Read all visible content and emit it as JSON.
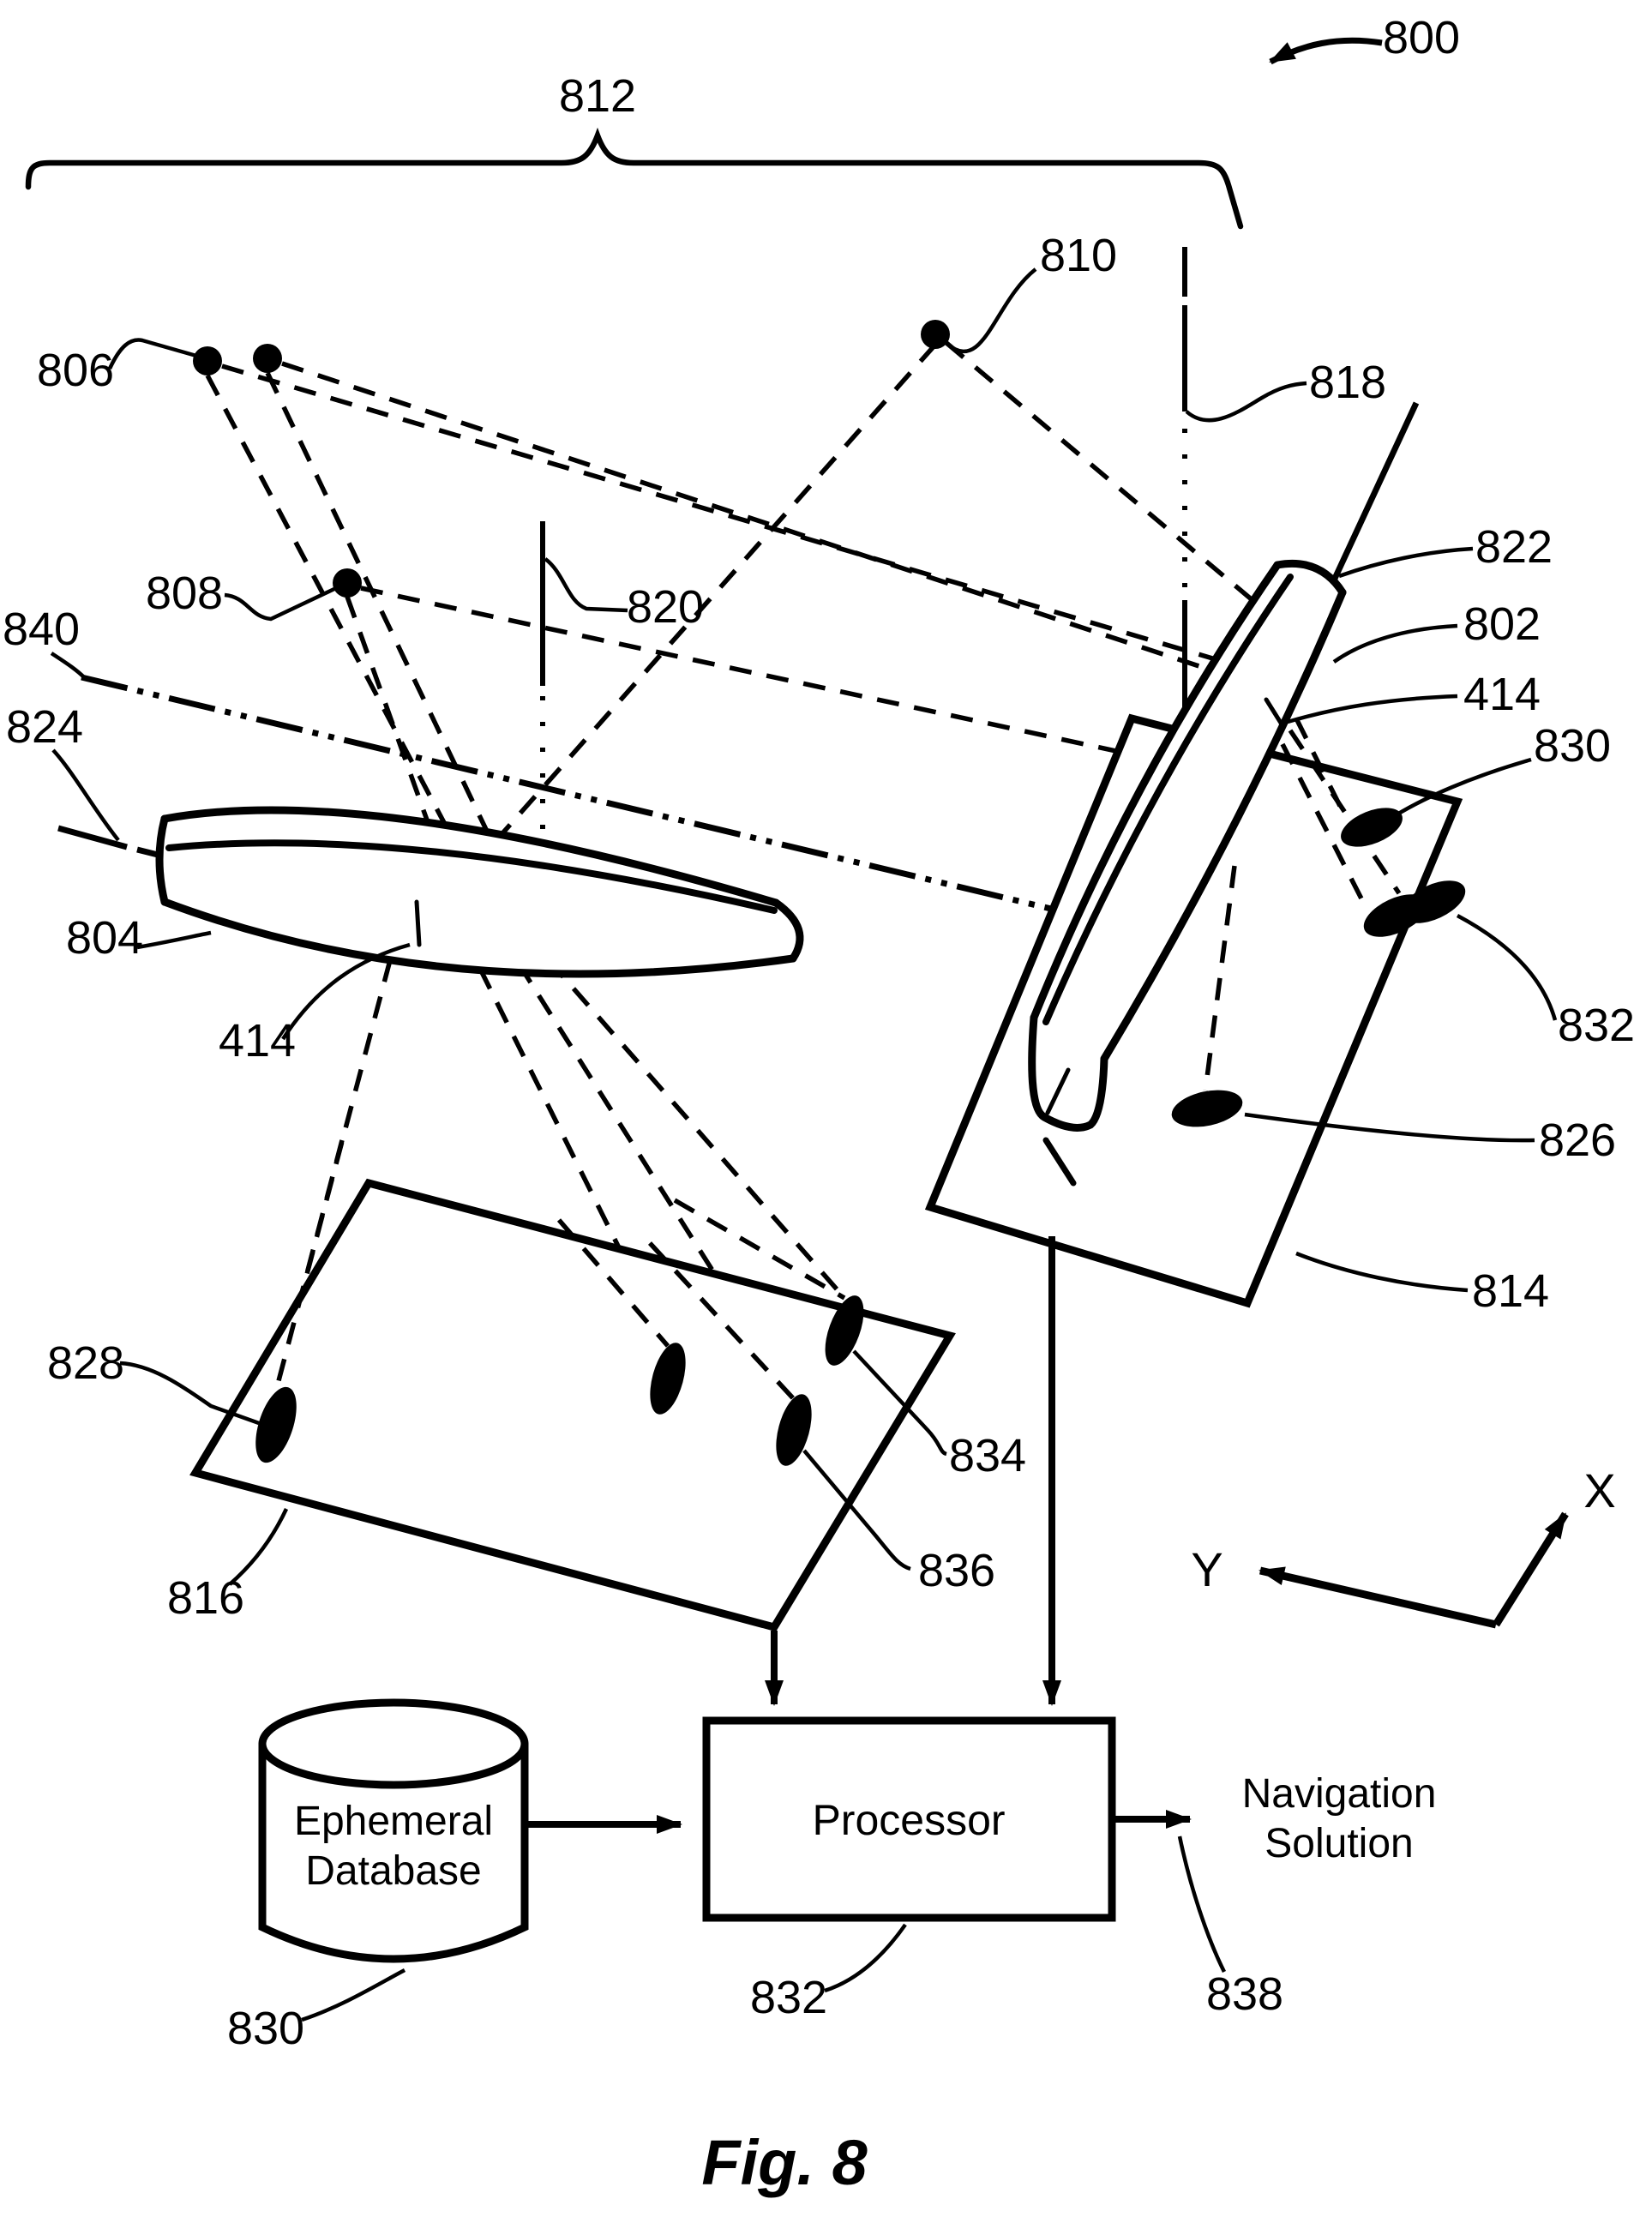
{
  "figure": {
    "caption": "Fig. 8",
    "line_color": "#000000",
    "background_color": "#ffffff"
  },
  "labels": {
    "ref_800": "800",
    "ref_812": "812",
    "ref_806": "806",
    "ref_808": "808",
    "ref_810": "810",
    "ref_818": "818",
    "ref_820": "820",
    "ref_822": "822",
    "ref_840": "840",
    "ref_824": "824",
    "ref_802": "802",
    "ref_414_right": "414",
    "ref_830_spot": "830",
    "ref_804": "804",
    "ref_414_left": "414",
    "ref_832_spots": "832",
    "ref_826": "826",
    "ref_828": "828",
    "ref_814": "814",
    "ref_816": "816",
    "ref_834": "834",
    "ref_836": "836",
    "ref_838": "838",
    "ref_830_database": "830",
    "ref_832_processor": "832"
  },
  "blocks": {
    "database_line1": "Ephemeral",
    "database_line2": "Database",
    "processor": "Processor",
    "output_line1": "Navigation",
    "output_line2": "Solution"
  },
  "axes": {
    "x_label": "X",
    "y_label": "Y"
  }
}
